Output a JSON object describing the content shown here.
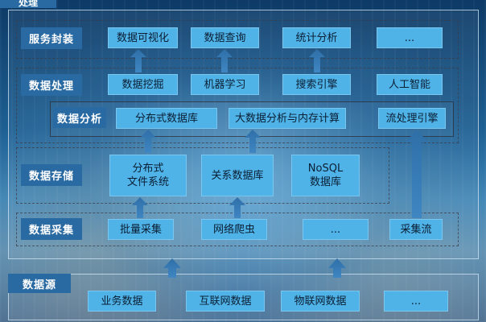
{
  "header": {
    "text": "处理"
  },
  "layers": {
    "service": {
      "label": "服务封装",
      "items": [
        "数据可视化",
        "数据查询",
        "统计分析",
        "..."
      ]
    },
    "processing": {
      "label": "数据处理",
      "items": [
        "数据挖掘",
        "机器学习",
        "搜索引擎",
        "人工智能"
      ]
    },
    "analysis": {
      "label": "数据分析",
      "items": [
        "分布式数据库",
        "大数据分析与内存计算",
        "流处理引擎"
      ]
    },
    "storage": {
      "label": "数据存储",
      "items": [
        "分布式\n文件系统",
        "关系数据库",
        "NoSQL\n数据库"
      ]
    },
    "collection": {
      "label": "数据采集",
      "items": [
        "批量采集",
        "网络爬虫",
        "...",
        "采集流"
      ]
    },
    "source": {
      "label": "数据源",
      "items": [
        "业务数据",
        "互联网数据",
        "物联网数据",
        "..."
      ]
    }
  },
  "colors": {
    "box": "#4fb3e8",
    "label": "#2a6aa3",
    "arrow": "#2f6fa8"
  }
}
